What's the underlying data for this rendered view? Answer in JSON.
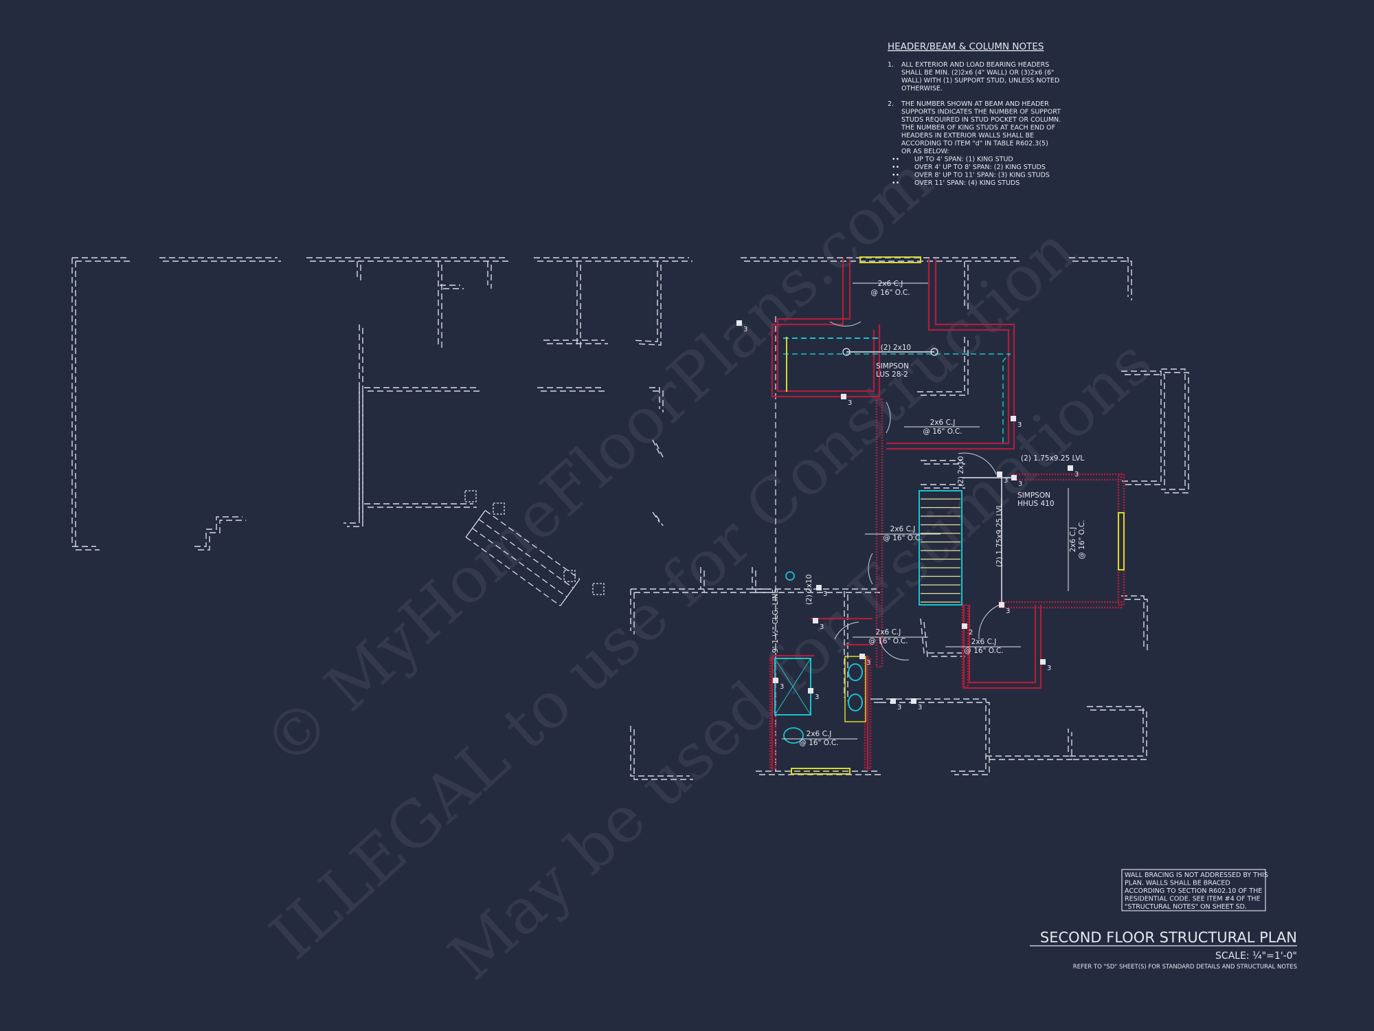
{
  "notes": {
    "title": "HEADER/BEAM & COLUMN NOTES",
    "items": [
      {
        "number": "1.",
        "lines": [
          "ALL EXTERIOR AND LOAD BEARING HEADERS",
          "SHALL BE MIN. (2)2x6 (4\" WALL) OR (3)2x6 (6\"",
          "WALL) WITH (1) SUPPORT STUD, UNLESS NOTED",
          "OTHERWISE."
        ]
      },
      {
        "number": "2.",
        "lines": [
          "THE NUMBER SHOWN AT BEAM AND HEADER",
          "SUPPORTS INDICATES THE NUMBER OF SUPPORT",
          "STUDS REQUIRED IN STUD POCKET OR COLUMN.",
          "THE NUMBER OF KING STUDS AT EACH END OF",
          "HEADERS IN EXTERIOR WALLS SHALL BE",
          "ACCORDING TO ITEM \"d\" IN TABLE R602.3(5)",
          "OR AS BELOW:"
        ]
      }
    ],
    "bullets": [
      "UP TO 4' SPAN: (1) KING STUD",
      "OVER 4' UP TO 8' SPAN: (2) KING STUDS",
      "OVER 8' UP TO 11' SPAN: (3) KING STUDS",
      "OVER 11' SPAN: (4) KING STUDS"
    ]
  },
  "bracing_note": [
    "WALL BRACING IS NOT ADDRESSED BY THIS",
    "PLAN.  WALLS SHALL BE BRACED",
    "ACCORDING TO SECTION R602.10 OF THE",
    "RESIDENTIAL CODE. SEE ITEM #4 OF THE",
    "\"STRUCTURAL NOTES\" ON SHEET SD."
  ],
  "title_block": {
    "title": "SECOND FLOOR STRUCTURAL PLAN",
    "scale": "SCALE: ¼\"=1'-0\"",
    "refer": "REFER TO \"SD\" SHEET(S) FOR STANDARD DETAILS AND STRUCTURAL NOTES"
  },
  "plan": {
    "joists": [
      {
        "size": "2x6 C.J",
        "spacing": "@ 16\" O.C."
      },
      {
        "size": "2x6 C.J",
        "spacing": "@ 16\" O.C."
      },
      {
        "size": "2x6 C.J",
        "spacing": "@ 16\" O.C."
      },
      {
        "size": "2x6 C.J",
        "spacing": "@ 16\" O.C."
      },
      {
        "size": "2x6 C.J",
        "spacing": "@ 16\" O.C."
      },
      {
        "size": "2x6 C.J",
        "spacing": "@ 16\" O.C."
      },
      {
        "size": "2x6 C.J",
        "spacing": "@ 16\" O.C."
      }
    ],
    "beams": [
      "(2) 2x10",
      "(2) 1.75x9.25 LVL",
      "(2) 1.75x9.25 LVL",
      "(2) 2x10",
      "(2) 2x10"
    ],
    "hangers": [
      {
        "line1": "SIMPSON",
        "line2": "LUS 28-2"
      },
      {
        "line1": "SIMPSON",
        "line2": "HHUS 410"
      }
    ],
    "ceiling_line": "9'-1 ½\" CLG. LINE",
    "stud_counts": [
      "3",
      "3",
      "3",
      "3",
      "3",
      "3",
      "3",
      "3",
      "3",
      "2",
      "3",
      "3",
      "3",
      "3",
      "3",
      "3"
    ]
  },
  "colors": {
    "background": "#252b3f",
    "dashed_wall": "#d8dce6",
    "bearing_wall": "#b01e3a",
    "window": "#d9d92a",
    "fixture": "#19c4cc"
  },
  "watermark": [
    "© MyHomeFloorPlans.com",
    "ILLEGAL to use for Construction",
    "May be used for Estimations"
  ]
}
